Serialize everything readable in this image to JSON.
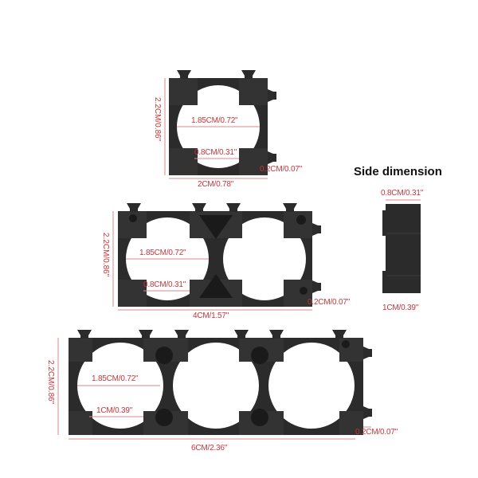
{
  "side_view": {
    "title": "Side dimension",
    "top_width": "0.8CM/0.31\"",
    "bottom_width": "1CM/0.39\""
  },
  "holder_1cell": {
    "height": "2.2CM/0.86\"",
    "hole_diameter": "1.85CM/0.72\"",
    "gap": "0.8CM/0.31\"",
    "wall": "0.2CM/0.07\"",
    "width": "2CM/0.78\""
  },
  "holder_2cell": {
    "height": "2.2CM/0.86\"",
    "hole_diameter": "1.85CM/0.72\"",
    "gap": "0.8CM/0.31\"",
    "wall": "0.2CM/0.07\"",
    "width": "4CM/1.57\""
  },
  "holder_3cell": {
    "height": "2.2CM/0.86\"",
    "hole_diameter": "1.85CM/0.72\"",
    "gap": "1CM/0.39\"",
    "wall": "0.2CM/0.07\"",
    "width": "6CM/2.36\""
  },
  "colors": {
    "dimension": "#c9343a",
    "plastic": "#2b2b2b"
  }
}
